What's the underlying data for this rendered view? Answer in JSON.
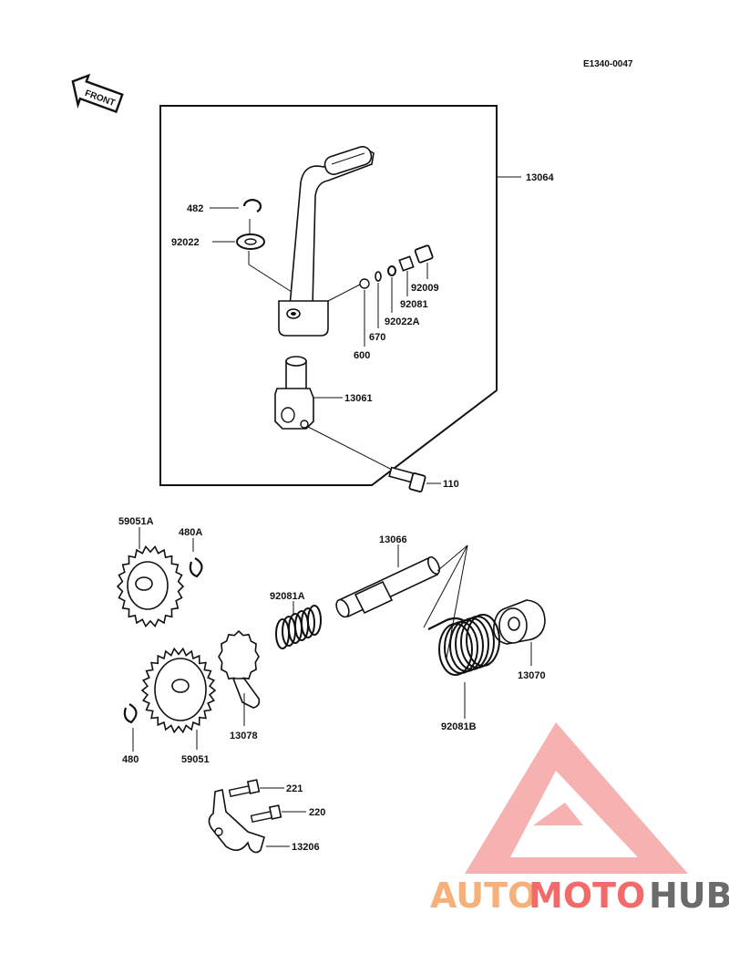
{
  "diagram_code": "E1340-0047",
  "front_arrow_label": "FRONT",
  "parts": {
    "p13064": "13064",
    "p482": "482",
    "p92022": "92022",
    "p92009": "92009",
    "p92081": "92081",
    "p92022A": "92022A",
    "p670": "670",
    "p600": "600",
    "p13061": "13061",
    "p110": "110",
    "p59051A": "59051A",
    "p480A": "480A",
    "p13066": "13066",
    "p92081A": "92081A",
    "p13070": "13070",
    "p92081B": "92081B",
    "p13078": "13078",
    "p480": "480",
    "p59051": "59051",
    "p221": "221",
    "p220": "220",
    "p13206": "13206"
  },
  "watermark": {
    "auto": "AUTO",
    "moto": "MOTO",
    "hub": "HUB",
    "colors": {
      "auto": "#f6b07a",
      "moto": "#f26a6a",
      "hub": "#6b6b6b",
      "triangle": "#f28b8b"
    }
  }
}
